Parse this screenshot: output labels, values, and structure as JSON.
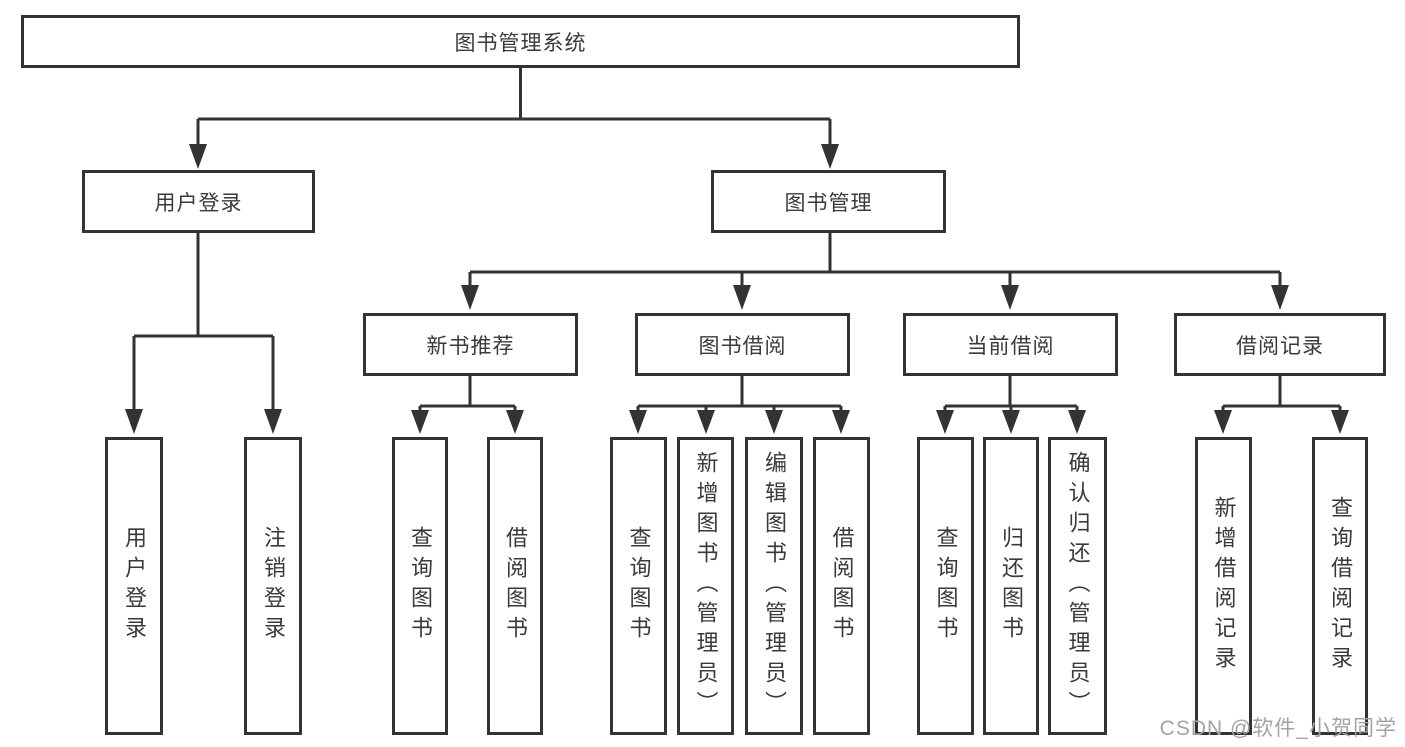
{
  "diagram": {
    "root": "图书管理系统",
    "branches": [
      {
        "label": "用户登录",
        "children": [
          {
            "label": "用户登录"
          },
          {
            "label": "注销登录"
          }
        ]
      },
      {
        "label": "图书管理",
        "children": [
          {
            "label": "新书推荐",
            "children": [
              {
                "label": "查询图书"
              },
              {
                "label": "借阅图书"
              }
            ]
          },
          {
            "label": "图书借阅",
            "children": [
              {
                "label": "查询图书"
              },
              {
                "label": "新增图书（管理员）"
              },
              {
                "label": "编辑图书（管理员）"
              },
              {
                "label": "借阅图书"
              }
            ]
          },
          {
            "label": "当前借阅",
            "children": [
              {
                "label": "查询图书"
              },
              {
                "label": "归还图书"
              },
              {
                "label": "确认归还（管理员）"
              }
            ]
          },
          {
            "label": "借阅记录",
            "children": [
              {
                "label": "新增借阅记录"
              },
              {
                "label": "查询借阅记录"
              }
            ]
          }
        ]
      }
    ],
    "colors": {
      "line": "#333333",
      "box_border": "#333333",
      "box_fill": "#ffffff",
      "text": "#3a3a3a",
      "watermark": "#a3a3a3"
    }
  },
  "watermark": {
    "text": "CSDN @软件_小贺同学"
  }
}
